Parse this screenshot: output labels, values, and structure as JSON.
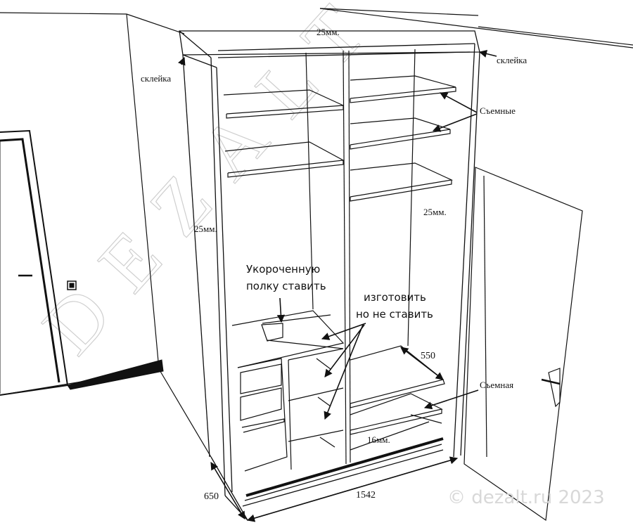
{
  "labels": {
    "top_thickness": "25мм.",
    "glue_left": "склейка",
    "glue_right": "склейка",
    "removable_top": "Съемные",
    "left_panel_thickness": "25мм.",
    "right_panel_thickness": "25мм.",
    "short_shelf_line1": "Укороченную",
    "short_shelf_line2": "полку ставить",
    "make_line1": "изготовить",
    "make_line2": "но не ставить",
    "shelf_depth": "550",
    "removable_bottom": "Съемная",
    "shelf_thickness": "16мм.",
    "width": "1542",
    "depth": "650"
  },
  "watermark": {
    "text": "DEZALT",
    "copyright": "© dezalt.ru 2023"
  },
  "colors": {
    "line": "#111111",
    "wall": "#ffffff",
    "watermark": "#cfcfcf"
  }
}
